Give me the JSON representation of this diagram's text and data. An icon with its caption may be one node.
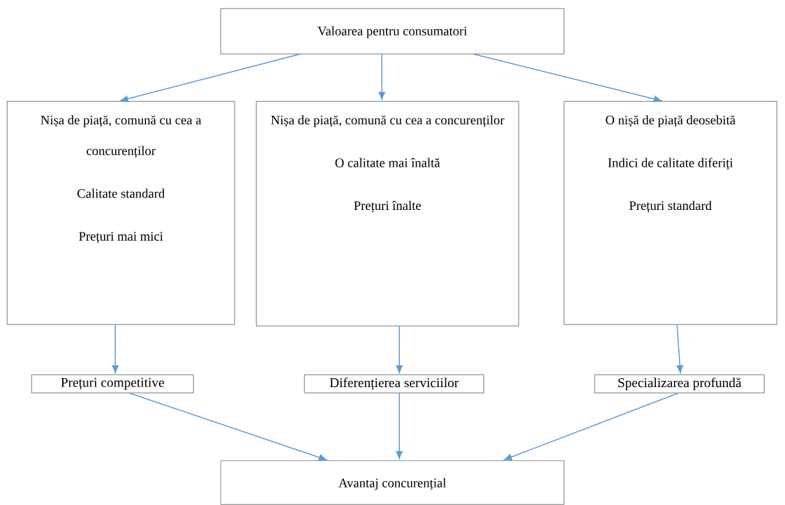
{
  "diagram": {
    "nodes": [
      {
        "text": [
          "Valoarea pentru consumatori"
        ]
      },
      {
        "text": [
          "Nișa de piață, comună cu cea a concurenților",
          "Calitate standard",
          "Prețuri mai mici"
        ]
      },
      {
        "text": [
          "Nișa de piață, comună cu cea a concurenților",
          "O calitate mai înaltă",
          "Prețuri înalte"
        ]
      },
      {
        "text": [
          "O nișă de piață deosebită",
          "Indici de calitate diferiți",
          "Prețuri standard"
        ]
      },
      {
        "text": [
          "Prețuri competitive"
        ]
      },
      {
        "text": [
          "Diferențierea serviciilor"
        ]
      },
      {
        "text": [
          "Specializarea profundă"
        ]
      },
      {
        "text": [
          "Avantaj concurențial"
        ]
      }
    ],
    "edges": [
      {
        "from": 0,
        "to": 1,
        "arrow": "to"
      },
      {
        "from": 0,
        "to": 2,
        "arrow": "to"
      },
      {
        "from": 0,
        "to": 3,
        "arrow": "to"
      },
      {
        "from": 1,
        "to": 4,
        "arrow": "to"
      },
      {
        "from": 2,
        "to": 5,
        "arrow": "to"
      },
      {
        "from": 3,
        "to": 6,
        "arrow": "to"
      },
      {
        "from": 4,
        "to": 7,
        "arrow": "to"
      },
      {
        "from": 5,
        "to": 7,
        "arrow": "to"
      },
      {
        "from": 6,
        "to": 7,
        "arrow": "to"
      }
    ]
  }
}
